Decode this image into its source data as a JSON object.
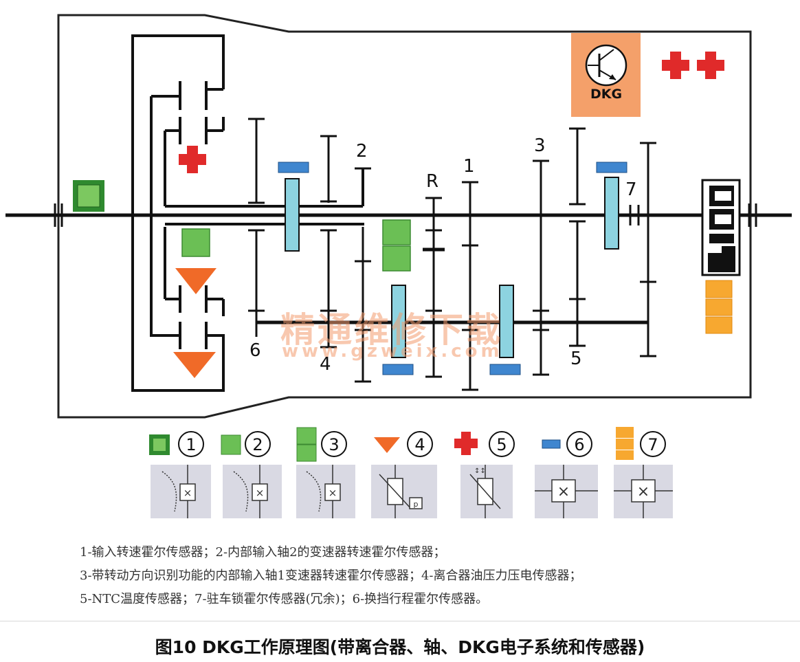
{
  "diagram": {
    "gear_labels": {
      "g2": "2",
      "gR": "R",
      "g1": "1",
      "g3": "3",
      "g7": "7",
      "g6": "6",
      "g4": "4",
      "g5": "5"
    },
    "ecu_label": "DKG",
    "legend_numbers": [
      "1",
      "2",
      "3",
      "4",
      "5",
      "6",
      "7"
    ],
    "colors": {
      "dark_green": "#2f8a2f",
      "green": "#5ab84a",
      "orange_triangle": "#f06a28",
      "red_cross": "#e02a2a",
      "blue_sensor": "#3f86cf",
      "yellow_sensor": "#f7a830",
      "cyan_gear": "#8dd3e0",
      "ecu_box": "#f4a06a"
    }
  },
  "legend_text": {
    "line1": "1-输入转速霍尔传感器；2-内部输入轴2的变速器转速霍尔传感器；",
    "line2": "3-带转动方向识别功能的内部输入轴1变速器转速霍尔传感器；4-离合器油压力压电传感器；",
    "line3": "5-NTC温度传感器；7-驻车锁霍尔传感器(冗余)；6-换挡行程霍尔传感器。"
  },
  "watermark": {
    "cn": "精通维修下载",
    "url": "www.gzweix.com"
  },
  "caption": "图10 DKG工作原理图(带离合器、轴、DKG电子系统和传感器)"
}
